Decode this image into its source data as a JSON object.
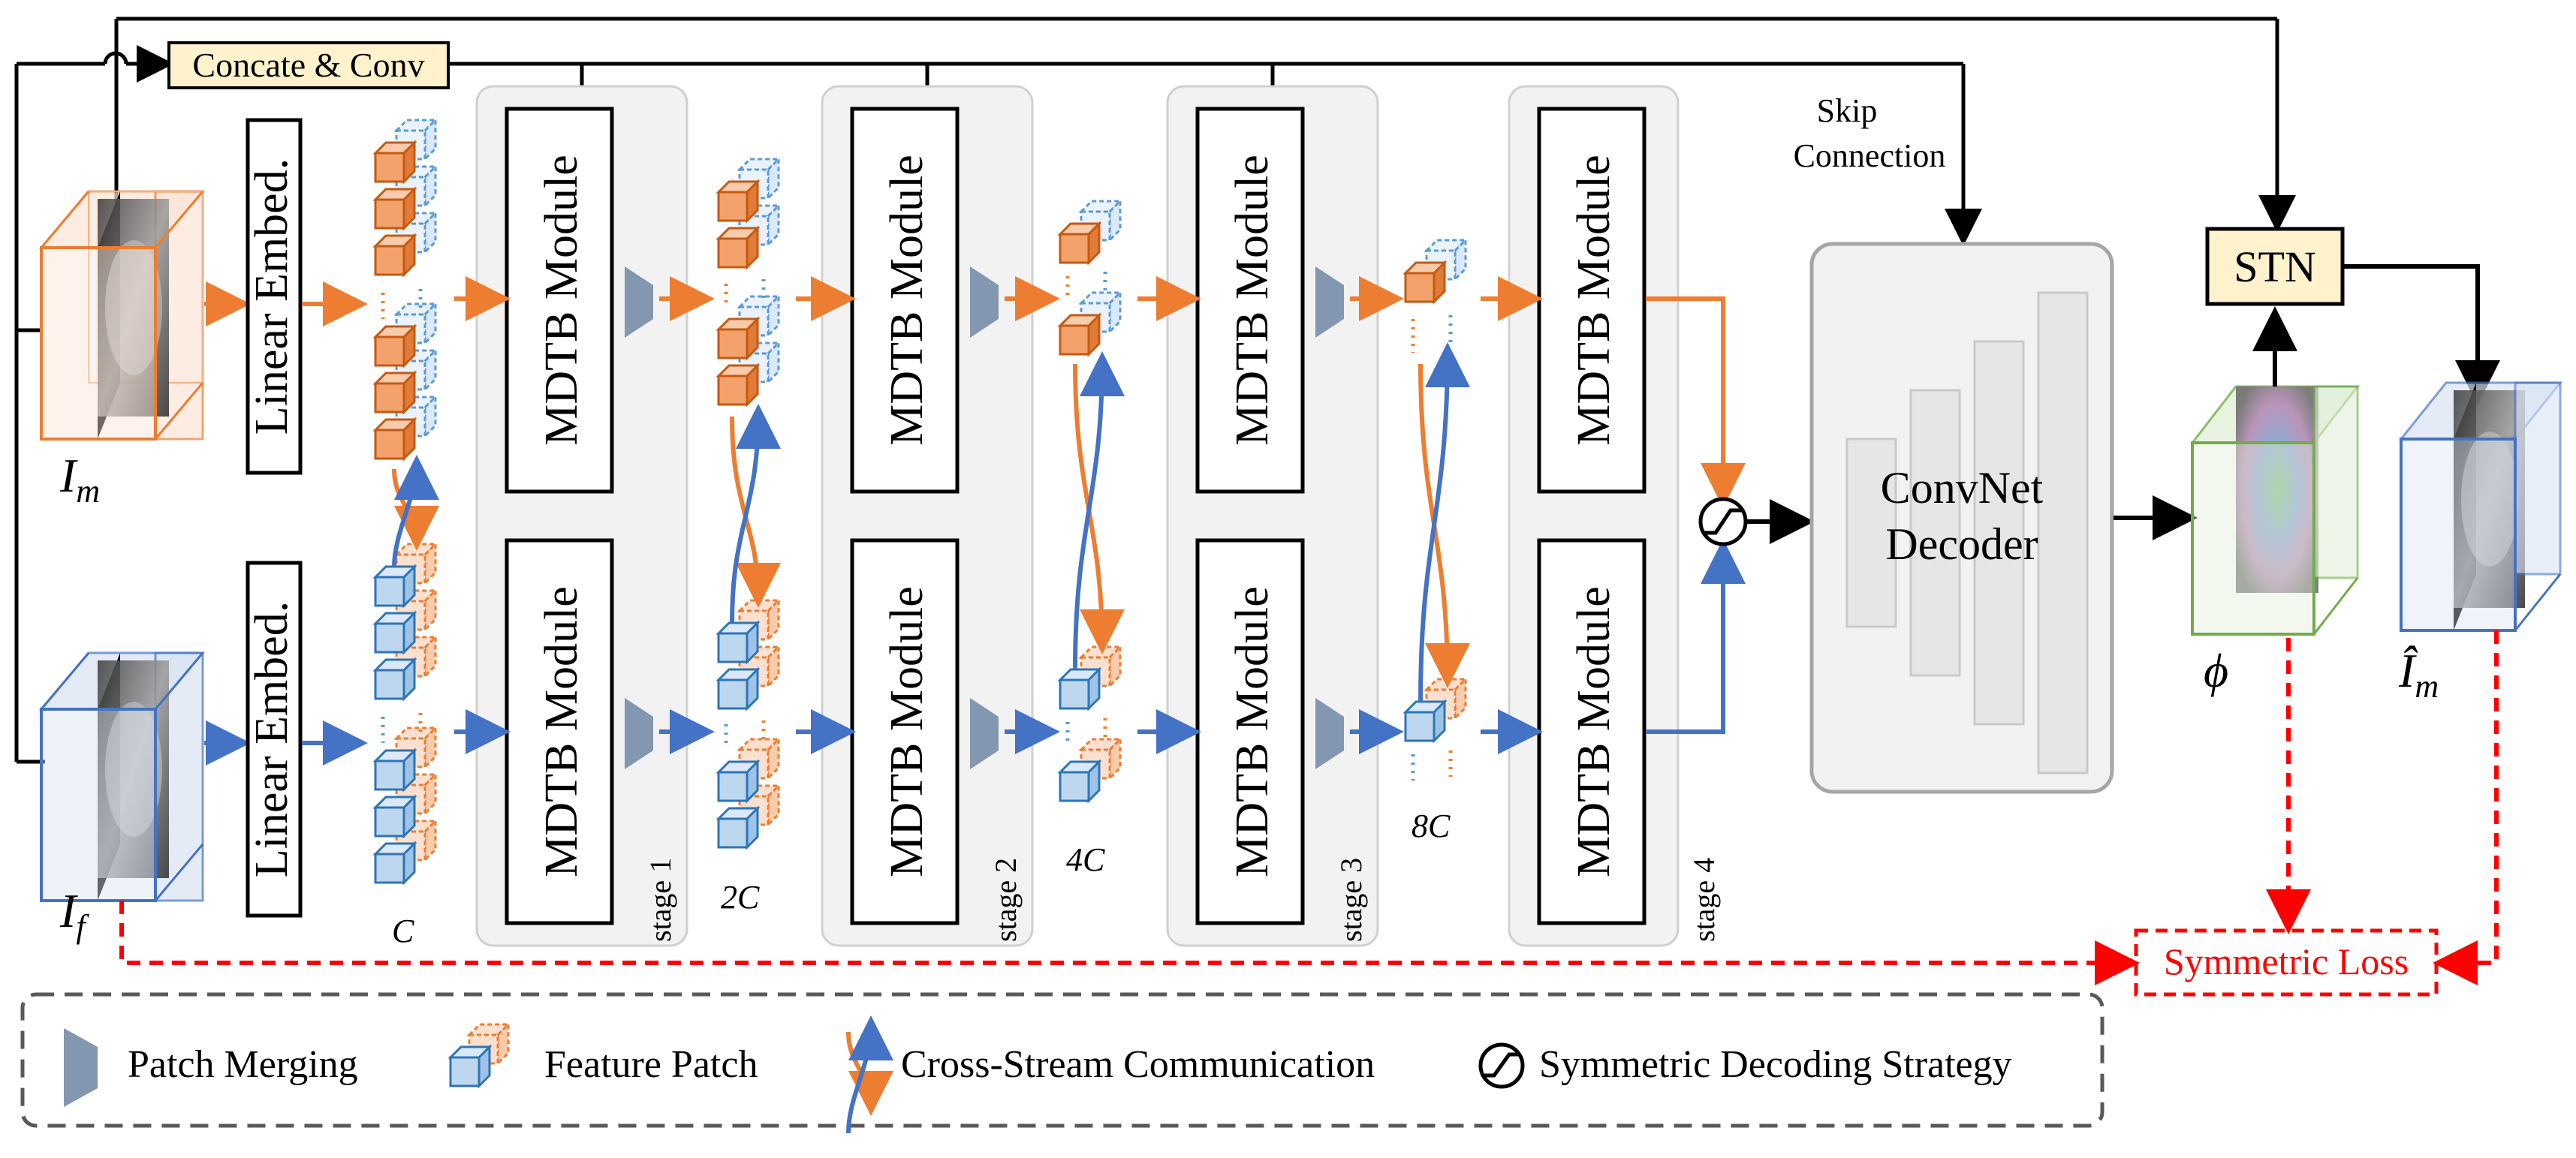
{
  "inputs": {
    "moving_label": "I",
    "moving_sub": "m",
    "fixed_label": "I",
    "fixed_sub": "f",
    "warped_label": "Î",
    "warped_sub": "m",
    "field_label": "ϕ"
  },
  "blocks": {
    "concat_conv": "Concate & Conv",
    "linear_embed": "Linear Embed.",
    "mdtb_module": "MDTB Module",
    "decoder_line1": "ConvNet",
    "decoder_line2": "Decoder",
    "stn": "STN",
    "skip_line1": "Skip",
    "skip_line2": "Connection",
    "symmetric_loss": "Symmetric Loss"
  },
  "stages": [
    "stage 1",
    "stage 2",
    "stage 3",
    "stage 4"
  ],
  "channels": [
    "C",
    "2C",
    "4C",
    "8C"
  ],
  "legend": {
    "patch_merging": "Patch Merging",
    "feature_patch": "Feature Patch",
    "cross_stream": "Cross-Stream Communication",
    "symmetric_decoding": "Symmetric Decoding Strategy"
  },
  "colors": {
    "orange": "#ED7D31",
    "blue": "#4472C4",
    "red": "#FF0000",
    "stage_bg": "#F2F2F2",
    "yellow": "#FFF2CC",
    "patch_gray": "#8497B0"
  }
}
